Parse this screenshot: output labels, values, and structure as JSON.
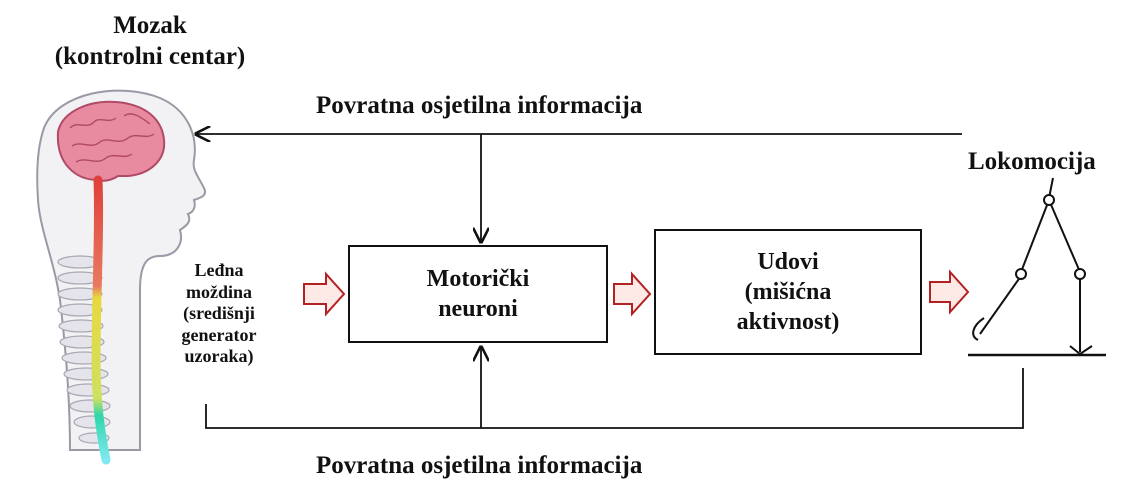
{
  "brain": {
    "title_line1": "Mozak",
    "title_line2": "(kontrolni centar)"
  },
  "feedback": {
    "top": "Povratna osjetilna informacija",
    "bottom": "Povratna osjetilna informacija"
  },
  "locomotion": "Lokomocija",
  "spinal_cord": {
    "line1": "Leđna",
    "line2": "moždina",
    "line3": "(središnji",
    "line4": "generator",
    "line5": "uzoraka)"
  },
  "motor_neurons": {
    "line1": "Motorički",
    "line2": "neuroni"
  },
  "limbs": {
    "line1": "Udovi",
    "line2": "(mišićna",
    "line3": "aktivnost)"
  },
  "colors": {
    "line": "#111111",
    "flow_arrow_stroke": "#b32222",
    "flow_arrow_fill": "#fde9e6",
    "brain": "#e88aa0",
    "spinal_cord_upper": "#e0413a",
    "spinal_cord_middle": "#e8d840",
    "spinal_cord_lower": "#2fd7a8"
  }
}
